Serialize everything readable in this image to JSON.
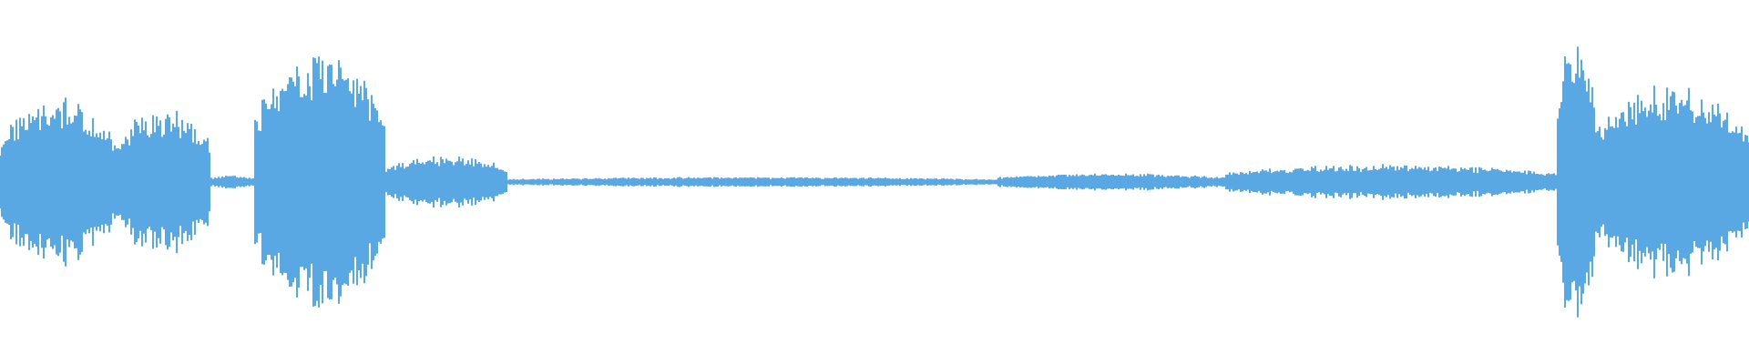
{
  "waveform": {
    "color": "#5aa8e3",
    "segments": [
      {
        "start": 0.0,
        "end": 0.065,
        "amp": 0.48
      },
      {
        "start": 0.065,
        "end": 0.12,
        "amp": 0.42
      },
      {
        "start": 0.12,
        "end": 0.145,
        "amp": 0.04
      },
      {
        "start": 0.145,
        "end": 0.22,
        "amp": 0.75
      },
      {
        "start": 0.22,
        "end": 0.29,
        "amp": 0.15
      },
      {
        "start": 0.29,
        "end": 0.57,
        "amp": 0.03
      },
      {
        "start": 0.57,
        "end": 0.7,
        "amp": 0.05
      },
      {
        "start": 0.7,
        "end": 0.89,
        "amp": 0.1
      },
      {
        "start": 0.89,
        "end": 0.912,
        "amp": 0.82
      },
      {
        "start": 0.912,
        "end": 1.0,
        "amp": 0.55
      }
    ]
  }
}
